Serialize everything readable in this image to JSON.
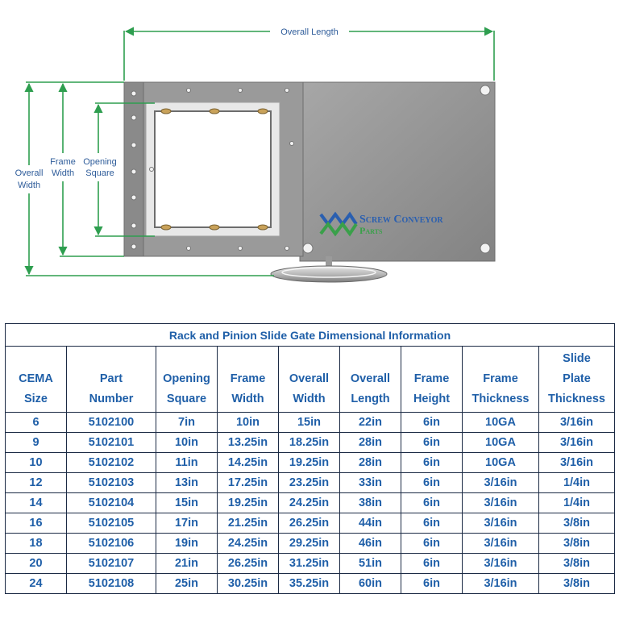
{
  "drawing": {
    "labels": {
      "overall_length": "Overall Length",
      "overall_width": [
        "Overall",
        "Width"
      ],
      "frame_width": [
        "Frame",
        "Width"
      ],
      "opening_square": [
        "Opening",
        "Square"
      ]
    },
    "logo": {
      "line1": "Screw Conveyor",
      "line2": "Parts"
    }
  },
  "table": {
    "caption": "Rack and Pinion Slide Gate Dimensional Information",
    "headers": [
      [
        "CEMA",
        "Size"
      ],
      [
        "Part",
        "Number"
      ],
      [
        "Opening",
        "Square"
      ],
      [
        "Frame",
        "Width"
      ],
      [
        "Overall",
        "Width"
      ],
      [
        "Overall",
        "Length"
      ],
      [
        "Frame",
        "Height"
      ],
      [
        "Frame",
        "Thickness"
      ],
      [
        "Slide",
        "Plate",
        "Thickness"
      ]
    ],
    "rows": [
      [
        "6",
        "5102100",
        "7in",
        "10in",
        "15in",
        "22in",
        "6in",
        "10GA",
        "3/16in"
      ],
      [
        "9",
        "5102101",
        "10in",
        "13.25in",
        "18.25in",
        "28in",
        "6in",
        "10GA",
        "3/16in"
      ],
      [
        "10",
        "5102102",
        "11in",
        "14.25in",
        "19.25in",
        "28in",
        "6in",
        "10GA",
        "3/16in"
      ],
      [
        "12",
        "5102103",
        "13in",
        "17.25in",
        "23.25in",
        "33in",
        "6in",
        "3/16in",
        "1/4in"
      ],
      [
        "14",
        "5102104",
        "15in",
        "19.25in",
        "24.25in",
        "38in",
        "6in",
        "3/16in",
        "1/4in"
      ],
      [
        "16",
        "5102105",
        "17in",
        "21.25in",
        "26.25in",
        "44in",
        "6in",
        "3/16in",
        "3/8in"
      ],
      [
        "18",
        "5102106",
        "19in",
        "24.25in",
        "29.25in",
        "46in",
        "6in",
        "3/16in",
        "3/8in"
      ],
      [
        "20",
        "5102107",
        "21in",
        "26.25in",
        "31.25in",
        "51in",
        "6in",
        "3/16in",
        "3/8in"
      ],
      [
        "24",
        "5102108",
        "25in",
        "30.25in",
        "35.25in",
        "60in",
        "6in",
        "3/16in",
        "3/8in"
      ]
    ]
  },
  "colors": {
    "dimension_line": "#2e9e4f",
    "text_blue": "#1f5fa8",
    "plate_gray": "#8f8f8f",
    "logo_blue": "#2a5fb0",
    "logo_green": "#3aa04a"
  }
}
